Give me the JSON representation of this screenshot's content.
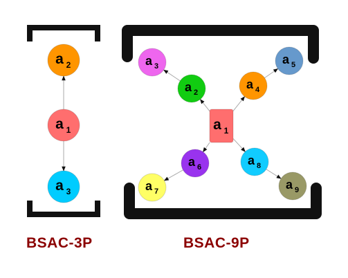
{
  "colors": {
    "caption": "#8b0000",
    "bracket": "#111111",
    "edge": "#aaaaaa",
    "label": "#000000"
  },
  "diagrams": [
    {
      "id": "bsac-3p",
      "caption": "BSAC-3P",
      "nodes": [
        {
          "id": "l-a1",
          "base": "a",
          "sub": "1",
          "shape": "circle",
          "color": "#ff6e6e"
        },
        {
          "id": "l-a2",
          "base": "a",
          "sub": "2",
          "shape": "circle",
          "color": "#ff9500"
        },
        {
          "id": "l-a3",
          "base": "a",
          "sub": "3",
          "shape": "circle",
          "color": "#00ccff"
        }
      ],
      "edges": [
        {
          "from": "l-a1",
          "to": "l-a2"
        },
        {
          "from": "l-a1",
          "to": "l-a3"
        }
      ]
    },
    {
      "id": "bsac-9p",
      "caption": "BSAC-9P",
      "nodes": [
        {
          "id": "r-a1",
          "base": "a",
          "sub": "1",
          "shape": "rect",
          "color": "#ff6e6e"
        },
        {
          "id": "r-a2",
          "base": "a",
          "sub": "2",
          "shape": "circle",
          "color": "#11cc11"
        },
        {
          "id": "r-a3",
          "base": "a",
          "sub": "3",
          "shape": "circle",
          "color": "#ee66ee"
        },
        {
          "id": "r-a4",
          "base": "a",
          "sub": "4",
          "shape": "circle",
          "color": "#ff9500"
        },
        {
          "id": "r-a5",
          "base": "a",
          "sub": "5",
          "shape": "circle",
          "color": "#6699cc"
        },
        {
          "id": "r-a6",
          "base": "a",
          "sub": "6",
          "shape": "circle",
          "color": "#9933ee"
        },
        {
          "id": "r-a7",
          "base": "a",
          "sub": "7",
          "shape": "circle",
          "color": "#ffff66"
        },
        {
          "id": "r-a8",
          "base": "a",
          "sub": "8",
          "shape": "circle",
          "color": "#11ccff"
        },
        {
          "id": "r-a9",
          "base": "a",
          "sub": "9",
          "shape": "circle",
          "color": "#999966"
        }
      ],
      "edges": [
        {
          "from": "r-a1",
          "to": "r-a2"
        },
        {
          "from": "r-a2",
          "to": "r-a3"
        },
        {
          "from": "r-a1",
          "to": "r-a4"
        },
        {
          "from": "r-a4",
          "to": "r-a5"
        },
        {
          "from": "r-a1",
          "to": "r-a6"
        },
        {
          "from": "r-a6",
          "to": "r-a7"
        },
        {
          "from": "r-a1",
          "to": "r-a8"
        },
        {
          "from": "r-a8",
          "to": "r-a9"
        }
      ]
    }
  ]
}
